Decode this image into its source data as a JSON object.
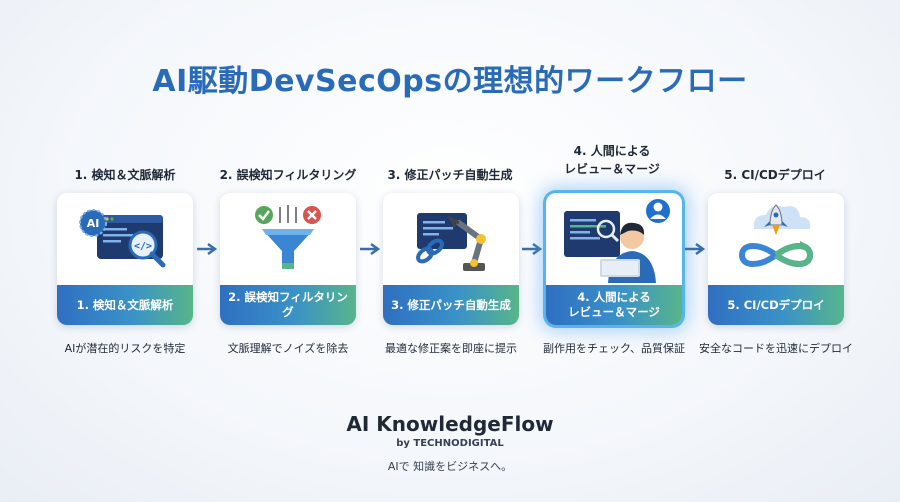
{
  "title": "AI駆動DevSecOpsの理想的ワークフロー",
  "steps": [
    {
      "label": "1. 検知＆文脈解析",
      "band": "1. 検知＆文脈解析",
      "caption": "AIが潜在的リスクを特定",
      "icon": "ai-code-search-icon"
    },
    {
      "label": "2. 誤検知フィルタリング",
      "band": "2. 誤検知フィルタリング",
      "caption": "文脈理解でノイズを除去",
      "icon": "funnel-filter-icon"
    },
    {
      "label": "3. 修正パッチ自動生成",
      "band": "3. 修正パッチ自動生成",
      "caption": "最適な修正案を即座に提示",
      "icon": "robot-arm-chain-icon"
    },
    {
      "label": "4. 人間による\nレビュー＆マージ",
      "label_line1": "4. 人間による",
      "label_line2": "レビュー＆マージ",
      "band_line1": "4. 人間による",
      "band_line2": "レビュー＆マージ",
      "caption": "副作用をチェック、品質保証",
      "icon": "human-reviewer-icon"
    },
    {
      "label": "5. CI/CDデプロイ",
      "band": "5. CI/CDデプロイ",
      "caption": "安全なコードを迅速にデプロイ",
      "icon": "rocket-infinity-icon"
    }
  ],
  "ai_badge": "AI",
  "footer": {
    "brand": "AI KnowledgeFlow",
    "byline": "by TECHNODIGITAL",
    "tagline": "AIで 知識をビジネスへ。"
  },
  "colors": {
    "title": "#2a6bb8",
    "band_start": "#2f6fc1",
    "band_end": "#58b58a",
    "highlight": "#56b4f0"
  }
}
